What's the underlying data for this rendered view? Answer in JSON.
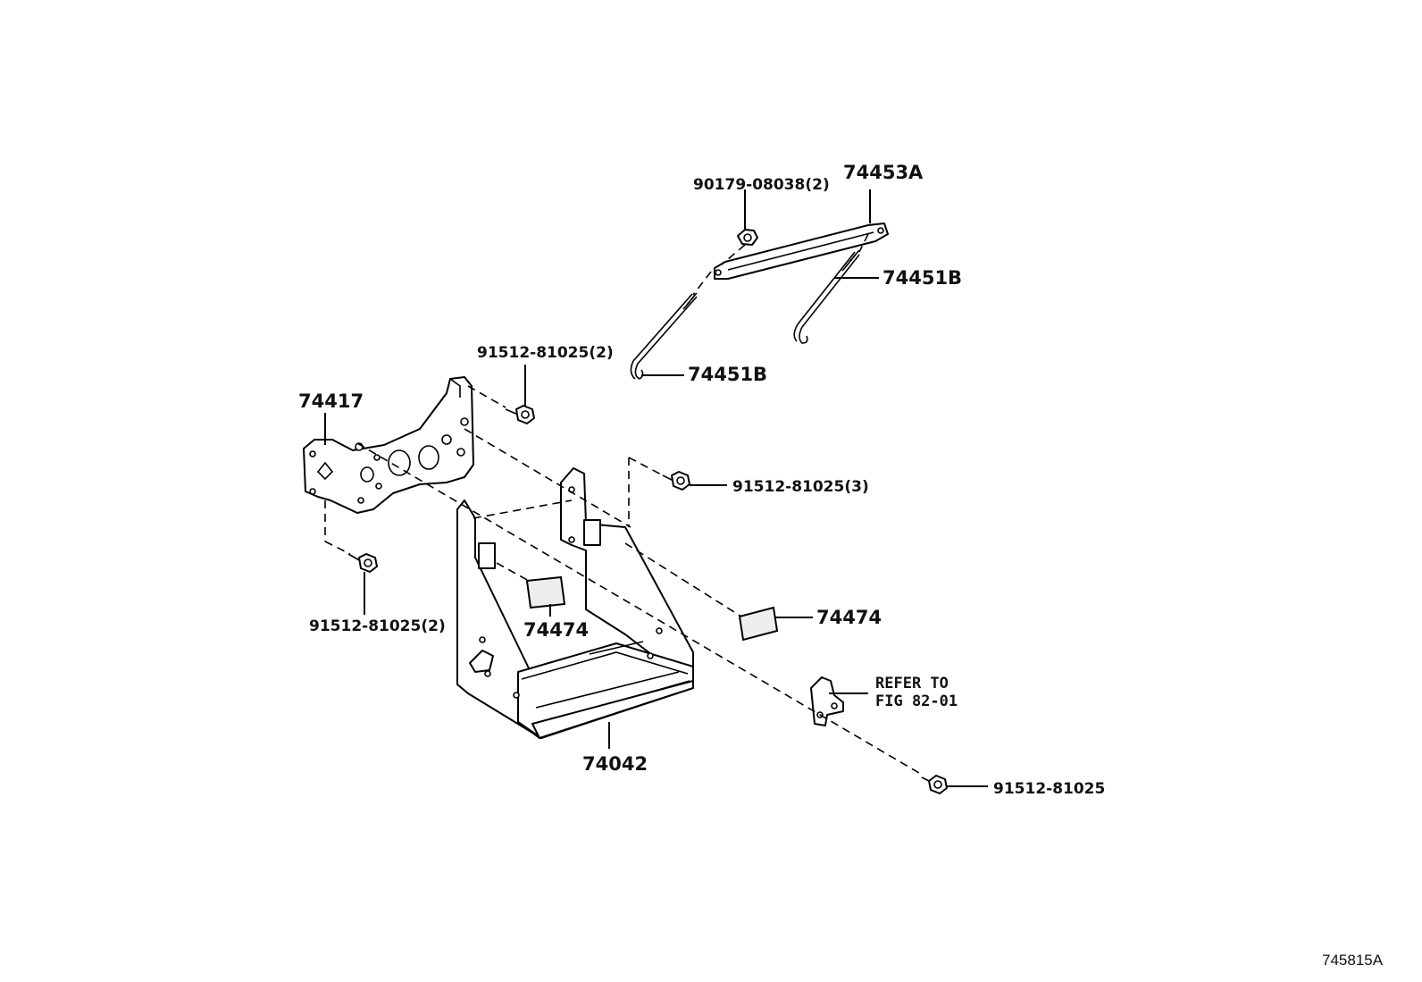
{
  "labels": {
    "nut_top": "90179-08038(2)",
    "rod_top": "74453A",
    "hook_bolt_right": "74451B",
    "hook_bolt_left": "74451B",
    "bolt_upper": "91512-81025(2)",
    "bracket": "74417",
    "bolt_right": "91512-81025(3)",
    "bolt_lower_left": "91512-81025(2)",
    "pad_left": "74474",
    "pad_right": "74474",
    "refer_line1": "REFER TO",
    "refer_line2": "FIG 82-01",
    "tray": "74042",
    "bolt_bottom": "91512-81025"
  },
  "figure_id": "745815A"
}
